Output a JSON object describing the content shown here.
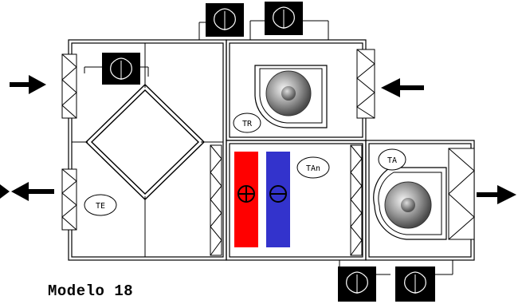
{
  "caption": "Modelo 18",
  "sensors": {
    "tr": "TR",
    "te": "TE",
    "tan": "TAn",
    "ta": "TA"
  },
  "colors": {
    "heater": "#ff0000",
    "cooler": "#3333cc",
    "fan_gradient_light": "#e8e8e8",
    "fan_gradient_dark": "#555555",
    "device_fill": "#000000",
    "line": "#000000"
  },
  "icons": [
    "arrow-left-icon",
    "arrow-right-icon",
    "filter-icon",
    "heat-exchanger-icon",
    "fan-icon",
    "heating-coil-icon",
    "cooling-coil-icon",
    "damper-actuator-icon"
  ]
}
